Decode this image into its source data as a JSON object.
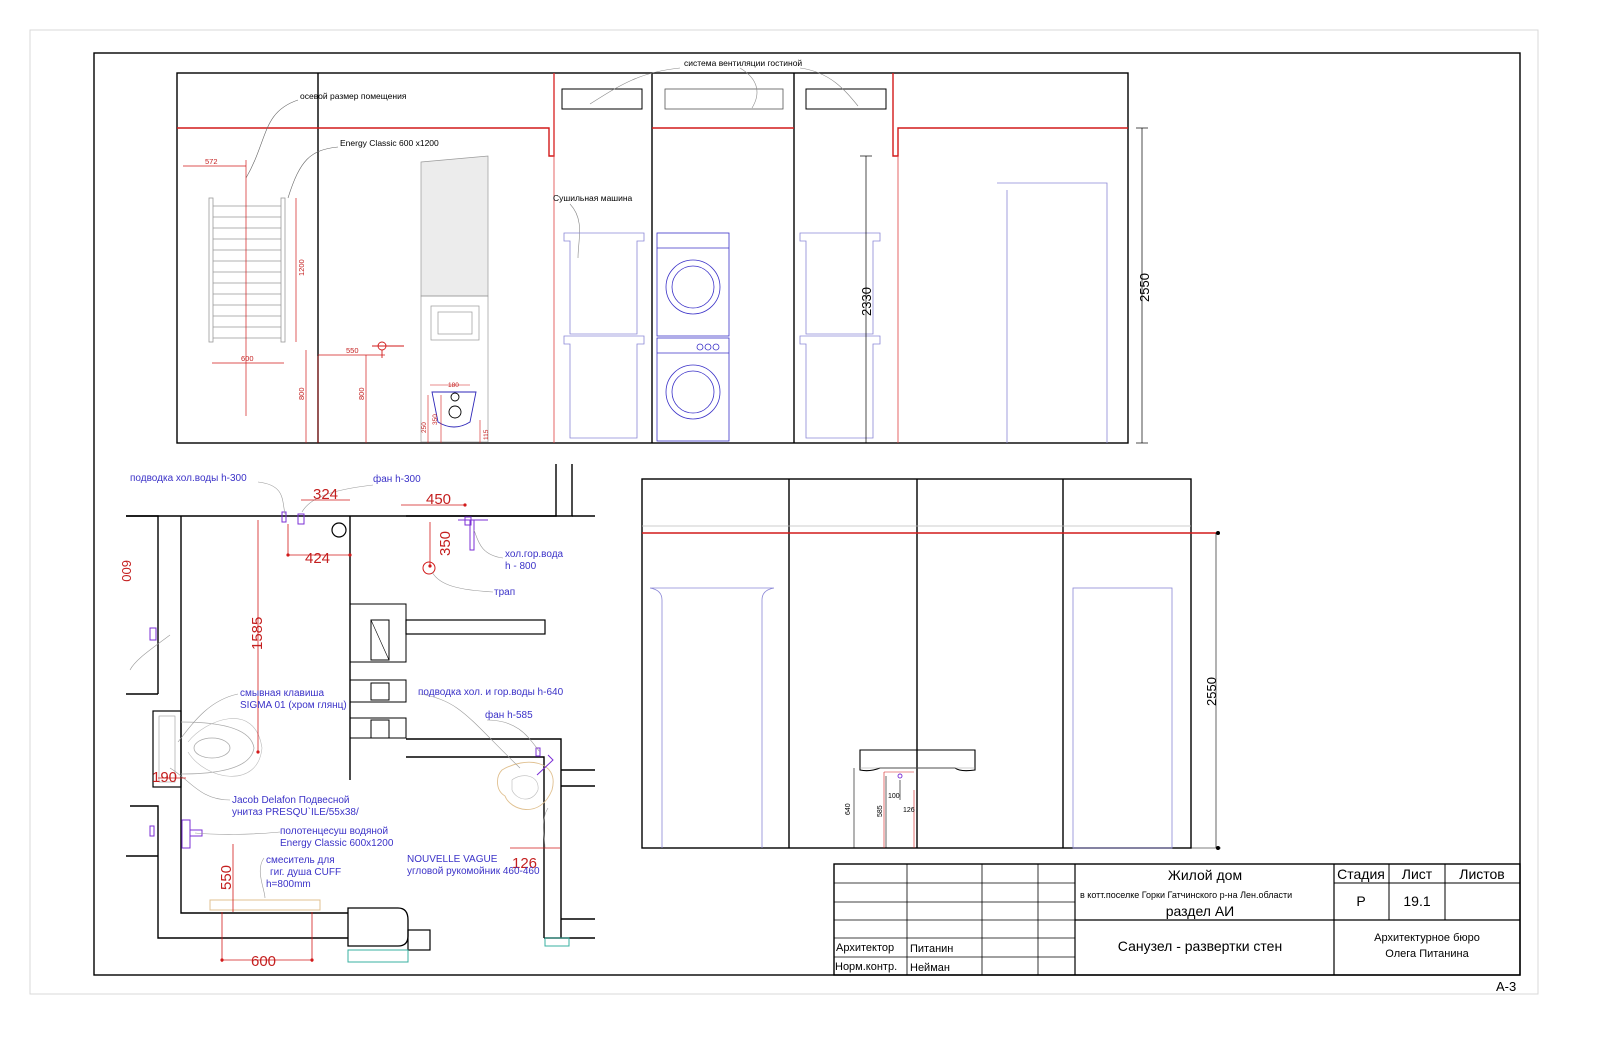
{
  "sheet_code": "A-3",
  "elevation_top": {
    "labels": {
      "ventilation": "система вентиляции гостиной",
      "axis_size": "осевой размер помещения",
      "towel_model": "Energy Classic 600 х1200",
      "dryer": "Сушильная машина"
    },
    "dims": {
      "d572": "572",
      "d600": "600",
      "d1200": "1200",
      "d550": "550",
      "d800a": "800",
      "d800b": "800",
      "d180": "180",
      "d250": "250",
      "d350": "350",
      "d115": "115",
      "d2330": "2330",
      "d2550": "2550"
    }
  },
  "plan": {
    "labels": {
      "cold_supply": "подводка хол.воды h-300",
      "fan_300": "фан h-300",
      "hot_cold_water": "хол.гор.вода",
      "h800": "h - 800",
      "drain": "трап",
      "flush_key_1": "смывная клавиша",
      "flush_key_2": "SIGMA 01 (хром глянц)",
      "supply_640": "подводка хол. и гор.воды h-640",
      "fan_585": "фан h-585",
      "toilet_1": "Jacob Delafon Подвесной",
      "toilet_2": "унитаз  PRESQU`ILE/55x38/",
      "towel_1": "полотенцесуш водяной",
      "towel_2": "Energy Classic 600x1200",
      "mixer_1": "смеситель для",
      "mixer_2": "гиг. душа CUFF",
      "mixer_3": "h=800mm",
      "basin_1": "NOUVELLE VAGUE",
      "basin_2": "угловой рукомойник 460-460"
    },
    "dims": {
      "d324": "324",
      "d450": "450",
      "d350": "350",
      "d424": "424",
      "d1585": "1585",
      "d190": "190",
      "d550": "550",
      "d126": "126",
      "d600": "600",
      "d_edge": "600"
    }
  },
  "elevation_bottom": {
    "dims": {
      "d2550": "2550",
      "d640": "640",
      "d585": "585",
      "d100": "100",
      "d126": "126"
    }
  },
  "title_block": {
    "project": "Жилой дом",
    "location": "в котт.поселке Горки Гатчинского р-на Лен.области",
    "section": "раздел АИ",
    "stage_label": "Стадия",
    "sheet_label": "Лист",
    "sheets_label": "Листов",
    "stage_value": "Р",
    "sheet_value": "19.1",
    "sheets_value": "",
    "drawing_title": "Санузел - развертки стен",
    "bureau_1": "Архитектурное бюро",
    "bureau_2": "Олега Питанина",
    "role_1": "Архитектор",
    "name_1": "Питанин",
    "role_2": "Норм.контр.",
    "name_2": "Нейман"
  },
  "colors": {
    "linework": "#000000",
    "dimension": "#c41f1f",
    "annotation": "#3b32c8",
    "fixture": "#8b87d6"
  }
}
